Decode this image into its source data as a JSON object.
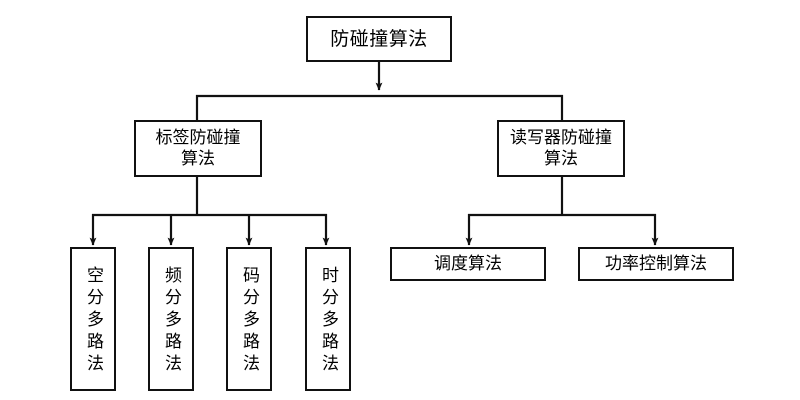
{
  "diagram": {
    "type": "tree",
    "title": "防碰撞算法",
    "orientation": "top-down",
    "background_color": "#ffffff",
    "line_color": "#111111",
    "nodes": {
      "root": {
        "label": "防碰撞算法",
        "level": 0
      },
      "tag_branch": {
        "label": "标签防碰撞\n算法",
        "level": 1
      },
      "reader_branch": {
        "label": "读写器防碰撞\n算法",
        "level": 1
      },
      "sdma": {
        "label": "空分多路法",
        "level": 2,
        "orientation": "vertical"
      },
      "fdma": {
        "label": "频分多路法",
        "level": 2,
        "orientation": "vertical"
      },
      "cdma": {
        "label": "码分多路法",
        "level": 2,
        "orientation": "vertical"
      },
      "tdma": {
        "label": "时分多路法",
        "level": 2,
        "orientation": "vertical"
      },
      "scheduling": {
        "label": "调度算法",
        "level": 2,
        "orientation": "horizontal"
      },
      "power_control": {
        "label": "功率控制算法",
        "level": 2,
        "orientation": "horizontal"
      }
    },
    "edges": [
      {
        "from": "root",
        "to": "tag_branch",
        "arrow": false
      },
      {
        "from": "root",
        "to": "reader_branch",
        "arrow": false
      },
      {
        "from": "tag_branch",
        "to": "sdma",
        "arrow": true
      },
      {
        "from": "tag_branch",
        "to": "fdma",
        "arrow": true
      },
      {
        "from": "tag_branch",
        "to": "cdma",
        "arrow": true
      },
      {
        "from": "tag_branch",
        "to": "tdma",
        "arrow": true
      },
      {
        "from": "reader_branch",
        "to": "scheduling",
        "arrow": true
      },
      {
        "from": "reader_branch",
        "to": "power_control",
        "arrow": true
      }
    ]
  }
}
